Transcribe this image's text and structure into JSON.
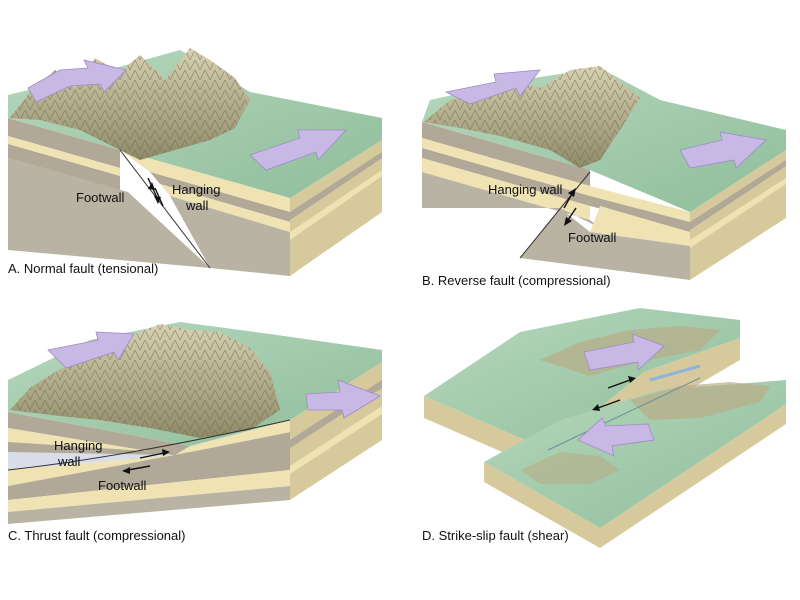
{
  "panels": [
    {
      "caption": "A. Normal fault (tensional)",
      "labels": [
        "Footwall",
        "Hanging",
        "wall"
      ]
    },
    {
      "caption": "B. Reverse fault (compressional)",
      "labels": [
        "Hanging wall",
        "Footwall"
      ]
    },
    {
      "caption": "C. Thrust fault (compressional)",
      "labels": [
        "Hanging",
        "wall",
        "Footwall"
      ]
    },
    {
      "caption": "D. Strike-slip fault (shear)",
      "labels": []
    }
  ],
  "colors": {
    "arrow": "#c8b8e6",
    "arrow_stroke": "#9d8cc4",
    "mountain": "#b9ad88",
    "valley": "#a6cdb0",
    "layer_dark": "#b1a897",
    "layer_light": "#efe3b4",
    "layer_blue": "#d9dde9"
  }
}
